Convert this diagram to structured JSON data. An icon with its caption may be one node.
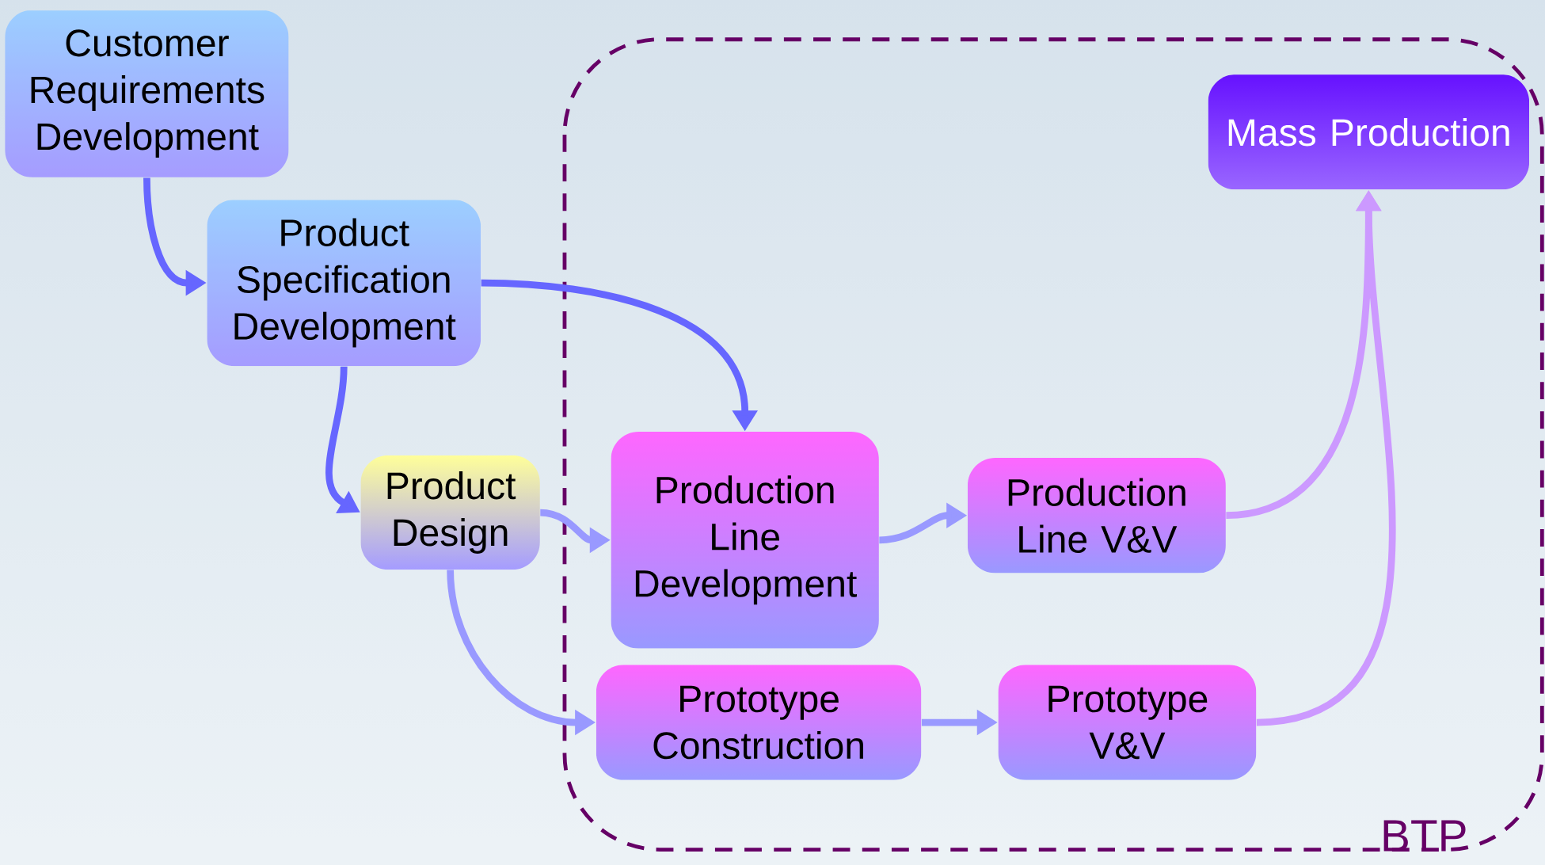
{
  "diagram": {
    "nodes": [
      {
        "text": [
          "Customer Requirements Development"
        ]
      },
      {
        "text": [
          "Product Specification Development"
        ]
      },
      {
        "text": [
          "Product Design"
        ]
      },
      {
        "text": [
          "BTP"
        ]
      },
      {
        "text": [
          "Mass Production"
        ],
        "in": 3
      },
      {
        "text": [
          "Production Line Development"
        ],
        "in": 3
      },
      {
        "text": [
          "Production Line V&V"
        ],
        "in": 3
      },
      {
        "text": [
          "Prototype Construction"
        ],
        "in": 3
      },
      {
        "text": [
          "Prototype V&V"
        ],
        "in": 3
      }
    ],
    "edges": [
      {
        "from": 0,
        "to": 1,
        "arrow": "to",
        "color": "#6666ff"
      },
      {
        "from": 1,
        "to": 5,
        "arrow": "to",
        "color": "#6666ff"
      },
      {
        "from": 1,
        "to": 2,
        "arrow": "to",
        "color": "#6666ff"
      },
      {
        "from": 2,
        "to": 5,
        "arrow": "to"
      },
      {
        "from": 2,
        "to": 7,
        "arrow": "to"
      },
      {
        "from": 5,
        "to": 6,
        "arrow": "to"
      },
      {
        "from": 7,
        "to": 8,
        "arrow": "to"
      },
      {
        "from": 6,
        "to": 4,
        "arrow": "to",
        "color": "#cc99ff"
      },
      {
        "from": 8,
        "to": 4,
        "arrow": "to",
        "color": "#cc99ff"
      }
    ]
  }
}
